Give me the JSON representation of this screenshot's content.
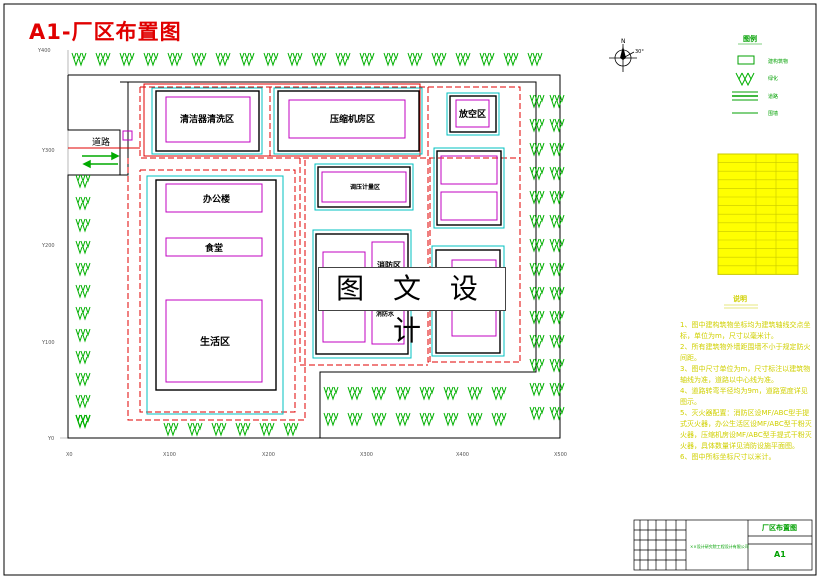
{
  "sheet": {
    "title": "A1-厂区布置图",
    "watermark": "图 文 设 计"
  },
  "areas": {
    "purify": "清洁器清洗区",
    "compressor": "压缩机房区",
    "vent": "放空区",
    "office": "办公楼",
    "canteen": "食堂",
    "living": "生活区",
    "metering": "调压计量区",
    "fire": "消防区",
    "firewater": "消防水",
    "gate": "道路"
  },
  "axis": {
    "y_labels": [
      "Y400",
      "Y300",
      "Y200",
      "Y100",
      "Y0"
    ],
    "x_labels": [
      "X0",
      "X100",
      "X200",
      "X300",
      "X400",
      "X500"
    ]
  },
  "compass": {
    "n": "N",
    "angle": "30°"
  },
  "legend": {
    "title": "图例",
    "items": [
      "建构筑物",
      "绿化",
      "道路",
      "围墙"
    ]
  },
  "notes": {
    "title": "说明",
    "lines": [
      "1、图中建构筑物坐标均为建筑轴线交点坐标，单位为m，尺寸以毫米计。",
      "2、所有建筑物外墙距围墙不小于规定防火间距。",
      "3、图中尺寸单位为m，尺寸标注以建筑物轴线为准，道路以中心线为准。",
      "4、道路转弯半径均为9m，道路宽度详见图示。",
      "5、灭火器配置：消防区设MF/ABC型手提式灭火器，办公生活区设MF/ABC型干粉灭火器，压缩机房设MF/ABC型手提式干粉灭火器，具体数量详见消防设施平面图。",
      "6、图中所标坐标尺寸以米计。"
    ]
  },
  "titleblock": {
    "name": "厂区布置图",
    "sheet_no": "A1",
    "company": "××设计研究院工程设计有限公司"
  }
}
